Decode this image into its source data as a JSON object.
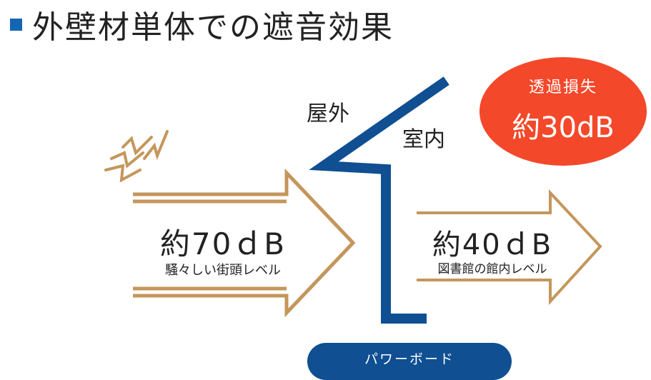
{
  "title": "外壁材単体での遮音効果",
  "labels": {
    "outside": "屋外",
    "inside": "室内"
  },
  "loss_badge": {
    "label": "透過損失",
    "value": "約30dB"
  },
  "incoming": {
    "value": "約70ｄB",
    "description": "騒々しい街頭レベル"
  },
  "outgoing": {
    "value": "約40ｄB",
    "description": "図書館の館内レベル"
  },
  "board": {
    "label": "パワーボード"
  },
  "colors": {
    "title_bullet": "#1466b3",
    "wall": "#0f4f92",
    "arrow_outline": "#c4965c",
    "badge": "#f4482a",
    "noise_icon": "#c4965c"
  },
  "icons": {
    "noise": "lightning-burst-icon"
  }
}
